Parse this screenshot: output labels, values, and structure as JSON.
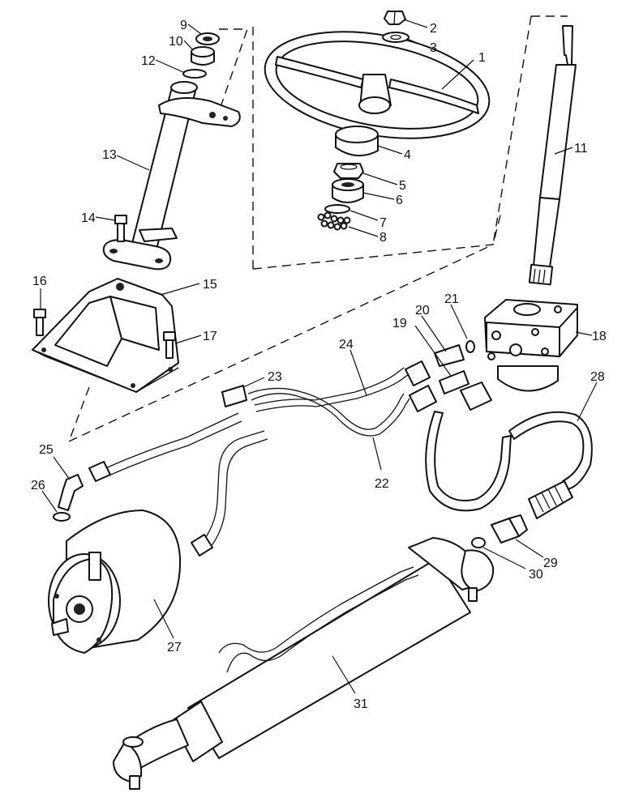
{
  "callouts": [
    {
      "label": "1"
    },
    {
      "label": "2"
    },
    {
      "label": "3"
    },
    {
      "label": "4"
    },
    {
      "label": "5"
    },
    {
      "label": "6"
    },
    {
      "label": "7"
    },
    {
      "label": "8"
    },
    {
      "label": "9"
    },
    {
      "label": "10"
    },
    {
      "label": "11"
    },
    {
      "label": "12"
    },
    {
      "label": "13"
    },
    {
      "label": "14"
    },
    {
      "label": "15"
    },
    {
      "label": "16"
    },
    {
      "label": "17"
    },
    {
      "label": "18"
    },
    {
      "label": "19"
    },
    {
      "label": "20"
    },
    {
      "label": "21"
    },
    {
      "label": "22"
    },
    {
      "label": "23"
    },
    {
      "label": "24"
    },
    {
      "label": "25"
    },
    {
      "label": "26"
    },
    {
      "label": "27"
    },
    {
      "label": "28"
    },
    {
      "label": "29"
    },
    {
      "label": "30"
    },
    {
      "label": "31"
    }
  ],
  "colors": {
    "line": "#111111",
    "background": "#ffffff"
  }
}
